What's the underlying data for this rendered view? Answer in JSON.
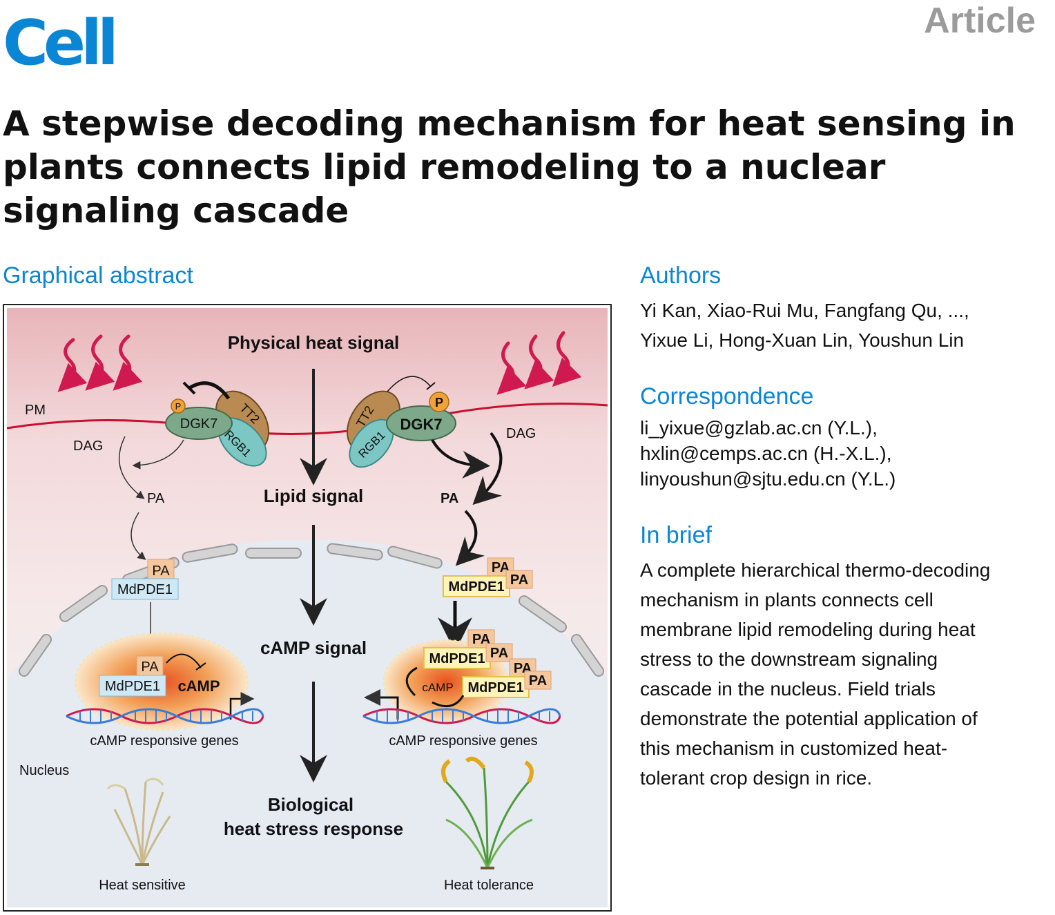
{
  "journal": {
    "logo_text": "Cell",
    "article_type": "Article"
  },
  "title": "A stepwise decoding mechanism for heat sensing in plants connects lipid remodeling to a nuclear signaling cascade",
  "graphical_abstract": {
    "heading": "Graphical abstract",
    "labels": {
      "physical_heat_signal": "Physical heat signal",
      "lipid_signal": "Lipid signal",
      "camp_signal": "cAMP signal",
      "biological_1": "Biological",
      "biological_2": "heat stress response",
      "pm": "PM",
      "nucleus": "Nucleus",
      "dag": "DAG",
      "pa": "PA",
      "dgk7": "DGK7",
      "tt2": "TT2",
      "rgb1": "RGB1",
      "p": "P",
      "mdpde1": "MdPDE1",
      "camp": "cAMP",
      "camp_genes": "cAMP responsive genes",
      "heat_sensitive": "Heat sensitive",
      "heat_tolerance": "Heat tolerance"
    }
  },
  "authors": {
    "heading": "Authors",
    "lines": [
      "Yi Kan, Xiao-Rui Mu, Fangfang Qu, ...,",
      "Yixue Li, Hong-Xuan Lin, Youshun Lin"
    ]
  },
  "correspondence": {
    "heading": "Correspondence",
    "lines": [
      "li_yixue@gzlab.ac.cn (Y.L.),",
      "hxlin@cemps.ac.cn (H.-X.L.),",
      "linyoushun@sjtu.edu.cn (Y.L.)"
    ]
  },
  "in_brief": {
    "heading": "In brief",
    "lines": [
      "A complete hierarchical thermo-decoding",
      "mechanism in plants connects cell",
      "membrane lipid remodeling during heat",
      "stress to the downstream signaling",
      "cascade in the nucleus. Field trials",
      "demonstrate the potential application of",
      "this mechanism in customized heat-",
      "tolerant crop design in rice."
    ]
  },
  "colors": {
    "brand": "#0b86d4",
    "article_gray": "#9b9b9b",
    "heat_arrow": "#d0194f",
    "membrane": "#c8102e"
  }
}
